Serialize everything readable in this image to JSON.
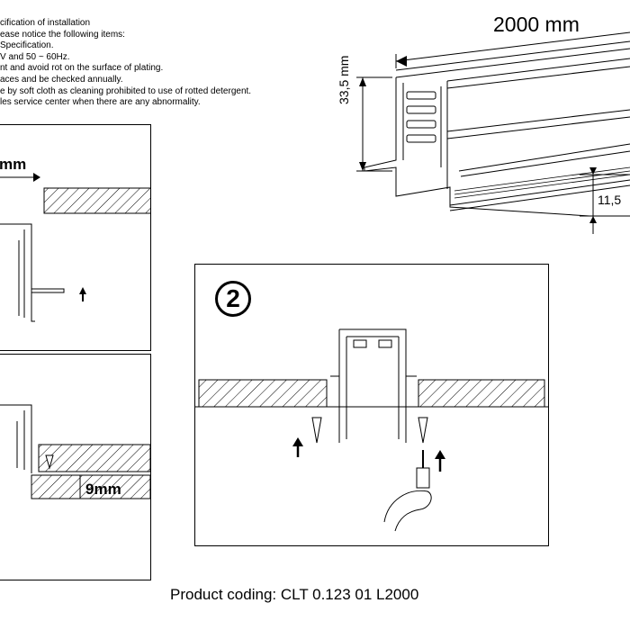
{
  "notes": [
    "cification of installation",
    "ease notice the following items:",
    " Specification.",
    "V and 50 ~ 60Hz.",
    "nt and avoid rot on the surface of plating.",
    "aces and be checked annually.",
    "e by soft cloth as cleaning prohibited to use of rotted detergent.",
    "les service center when there are any abnormality."
  ],
  "dimensions": {
    "length": "2000 mm",
    "height": "33,5 mm",
    "height_small": "11,5",
    "left_top": "mm",
    "left_bottom": "9mm"
  },
  "step_two": {
    "number": "2"
  },
  "product_coding": "Product coding: CLT 0.123 01 L2000"
}
